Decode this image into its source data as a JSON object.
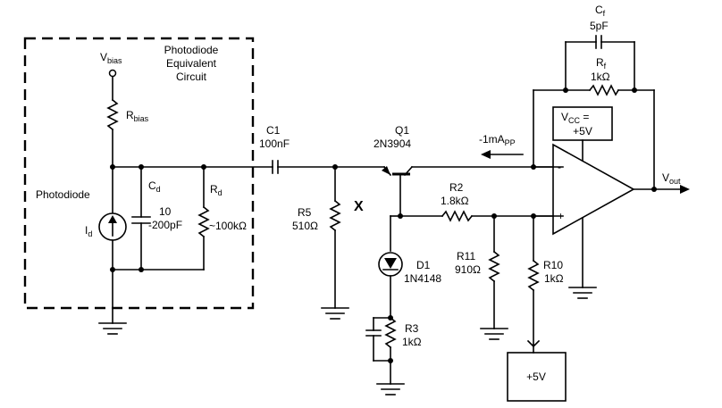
{
  "title_box": {
    "line1": "Photodiode",
    "line2": "Equivalent",
    "line3": "Circuit"
  },
  "labels": {
    "vbias_main": "V",
    "vbias_sub": "bias",
    "rbias_main": "R",
    "rbias_sub": "bias",
    "photodiode": "Photodiode",
    "cd_main": "C",
    "cd_sub": "d",
    "cd_value1": "10",
    "cd_value2": "-200pF",
    "rd_main": "R",
    "rd_sub": "d",
    "rd_value": "~100kΩ",
    "id_main": "I",
    "id_sub": "d",
    "c1_name": "C1",
    "c1_value": "100nF",
    "q1_name": "Q1",
    "q1_value": "2N3904",
    "current_main": "-1mA",
    "current_sub": "PP",
    "cf_main": "C",
    "cf_sub": "f",
    "cf_value": "5pF",
    "rf_main": "R",
    "rf_sub": "f",
    "rf_value": "1kΩ",
    "vcc_main": "V",
    "vcc_sub": "CC",
    "vcc_eq": " =",
    "vcc_value": "+5V",
    "minus": "-",
    "plus": "+",
    "vout_main": "V",
    "vout_sub": "out",
    "r5_name": "R5",
    "r5_value": "510Ω",
    "node_x": "X",
    "r2_name": "R2",
    "r2_value": "1.8kΩ",
    "d1_name": "D1",
    "d1_value": "1N4148",
    "r11_name": "R11",
    "r11_value": "910Ω",
    "r10_name": "R10",
    "r10_value": "1kΩ",
    "r3_name": "R3",
    "r3_value": "1kΩ",
    "supply_box": "+5V"
  }
}
